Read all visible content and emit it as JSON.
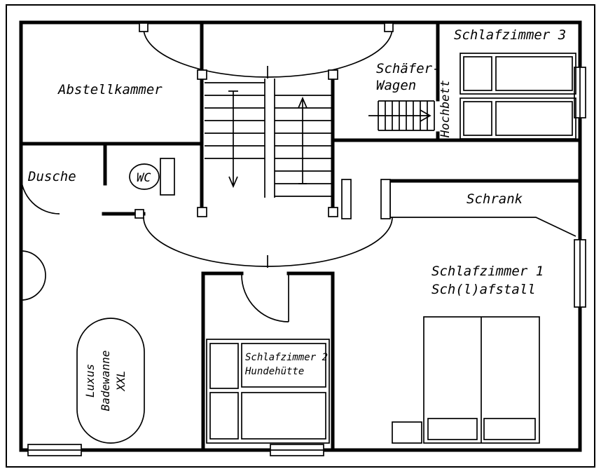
{
  "colors": {
    "line": "#000000",
    "background": "#ffffff"
  },
  "labels": {
    "abstellkammer": "Abstellkammer",
    "schaefer_wagen_line1": "Schäfer-",
    "schaefer_wagen_line2": "Wagen",
    "schlafzimmer3": "Schlafzimmer 3",
    "hochbett": "Hochbett",
    "dusche": "Dusche",
    "wc": "WC",
    "schrank": "Schrank",
    "schlafzimmer1_line1": "Schlafzimmer 1",
    "schlafzimmer1_line2": "Sch(l)afstall",
    "schlafzimmer2_line1": "Schlafzimmer 2",
    "schlafzimmer2_line2": "Hundehütte",
    "badewanne_line1": "Luxus",
    "badewanne_line2": "Badewanne",
    "badewanne_line3": "XXL"
  }
}
